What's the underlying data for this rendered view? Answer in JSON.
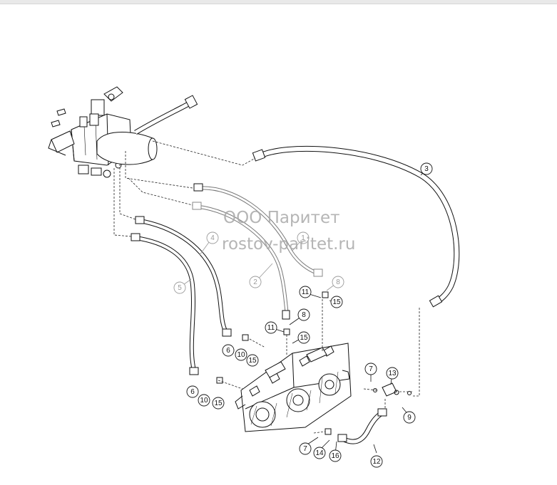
{
  "watermark": {
    "company": "ООО Паритет",
    "website": "rostov-paritet.ru"
  },
  "callouts": [
    {
      "id": "c1",
      "label": "1",
      "style": "faded"
    },
    {
      "id": "c2",
      "label": "2",
      "style": "faded"
    },
    {
      "id": "c3",
      "label": "3",
      "style": "normal"
    },
    {
      "id": "c4",
      "label": "4",
      "style": "faded"
    },
    {
      "id": "c5",
      "label": "5",
      "style": "faded"
    },
    {
      "id": "c6a",
      "label": "6",
      "style": "normal"
    },
    {
      "id": "c6b",
      "label": "6",
      "style": "normal"
    },
    {
      "id": "c7a",
      "label": "7",
      "style": "normal"
    },
    {
      "id": "c7b",
      "label": "7",
      "style": "normal"
    },
    {
      "id": "c8a",
      "label": "8",
      "style": "faded"
    },
    {
      "id": "c8b",
      "label": "8",
      "style": "normal"
    },
    {
      "id": "c9",
      "label": "9",
      "style": "normal"
    },
    {
      "id": "c10a",
      "label": "10",
      "style": "normal"
    },
    {
      "id": "c10b",
      "label": "10",
      "style": "normal"
    },
    {
      "id": "c11a",
      "label": "11",
      "style": "normal"
    },
    {
      "id": "c11b",
      "label": "11",
      "style": "normal"
    },
    {
      "id": "c12",
      "label": "12",
      "style": "normal"
    },
    {
      "id": "c13",
      "label": "13",
      "style": "normal"
    },
    {
      "id": "c14",
      "label": "14",
      "style": "normal"
    },
    {
      "id": "c15a",
      "label": "15",
      "style": "normal"
    },
    {
      "id": "c15b",
      "label": "15",
      "style": "normal"
    },
    {
      "id": "c15c",
      "label": "15",
      "style": "normal"
    },
    {
      "id": "c15d",
      "label": "15",
      "style": "normal"
    },
    {
      "id": "c16",
      "label": "16",
      "style": "normal"
    }
  ],
  "colors": {
    "line": "#111111",
    "faded_line": "#9a9a9a",
    "watermark": "#a9a9a9",
    "background": "#ffffff"
  }
}
